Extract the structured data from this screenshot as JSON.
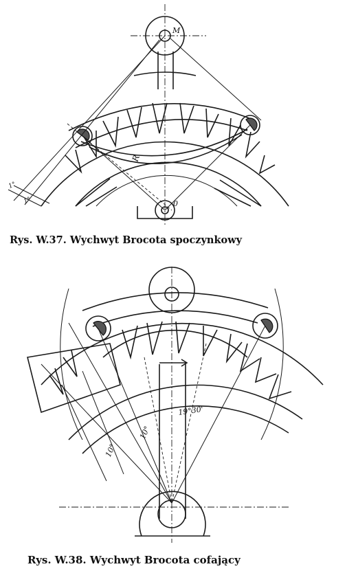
{
  "figure1": {
    "caption_label": "Rys. W.37.",
    "caption_text": "Wychwyt Brocota spoczynkowy",
    "labels": {
      "pivot_top": "M",
      "pivot_bottom": "0",
      "radius": "R",
      "angle_a": "1°",
      "angle_b": "1°"
    }
  },
  "figure2": {
    "caption_label": "Rys. W.38.",
    "caption_text": "Wychwyt Brocota cofający",
    "labels": {
      "angle_main": "19°30'",
      "angle_left": "10°",
      "angle_inner": "10°"
    }
  }
}
